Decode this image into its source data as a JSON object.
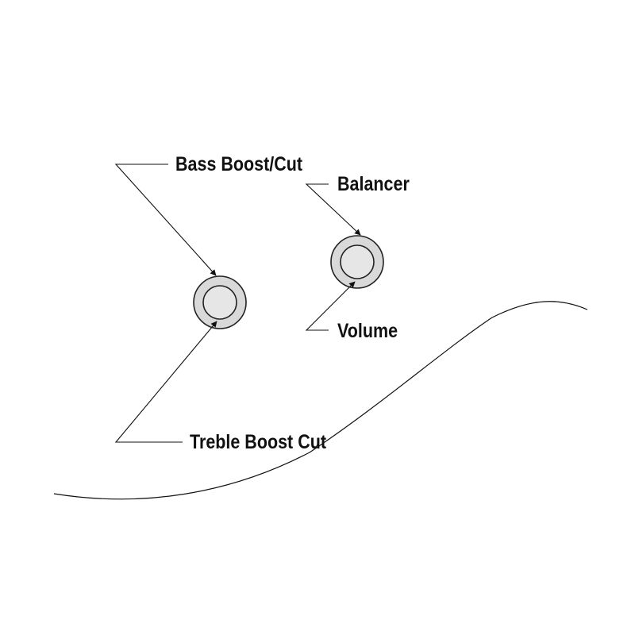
{
  "labels": {
    "bass": "Bass Boost/Cut",
    "balancer": "Balancer",
    "volume": "Volume",
    "treble": "Treble Boost Cut"
  },
  "colors": {
    "line": "#111111",
    "knob_outer_fill": "#d9d9d9",
    "knob_inner_fill": "#e6e6e6",
    "knob_stroke": "#222222",
    "text": "#111111",
    "background": "#ffffff"
  }
}
